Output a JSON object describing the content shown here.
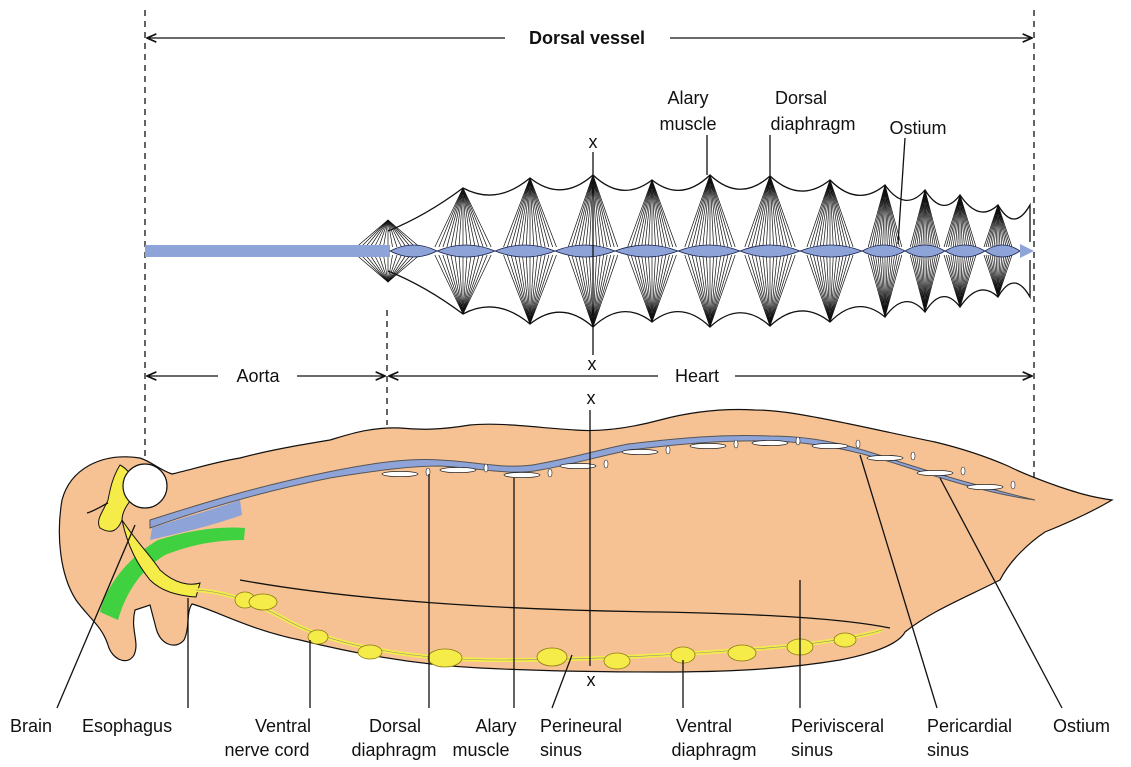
{
  "colors": {
    "vessel": "#8ea3d8",
    "body": "#f7c293",
    "nerve": "#f5ec4a",
    "esophagus": "#3fd13f",
    "outline": "#111111"
  },
  "top_view": {
    "title": "Dorsal vessel",
    "labels": {
      "alary_muscle": [
        "Alary",
        "muscle"
      ],
      "dorsal_diaphragm": [
        "Dorsal",
        "diaphragm"
      ],
      "ostium": "Ostium"
    },
    "section_marker": "x"
  },
  "regions": {
    "aorta": "Aorta",
    "heart": "Heart"
  },
  "bottom_labels": {
    "brain": [
      "Brain"
    ],
    "esophagus": [
      "Esophagus"
    ],
    "ventral_nerve_cord": [
      "Ventral",
      "nerve cord"
    ],
    "dorsal_diaphragm": [
      "Dorsal",
      "diaphragm"
    ],
    "alary_muscle": [
      "Alary",
      "muscle"
    ],
    "perineural_sinus": [
      "Perineural",
      "sinus"
    ],
    "ventral_diaphragm": [
      "Ventral",
      "diaphragm"
    ],
    "perivisceral_sinus": [
      "Perivisceral",
      "sinus"
    ],
    "pericardial_sinus": [
      "Pericardial",
      "sinus"
    ],
    "ostium": [
      "Ostium"
    ]
  }
}
